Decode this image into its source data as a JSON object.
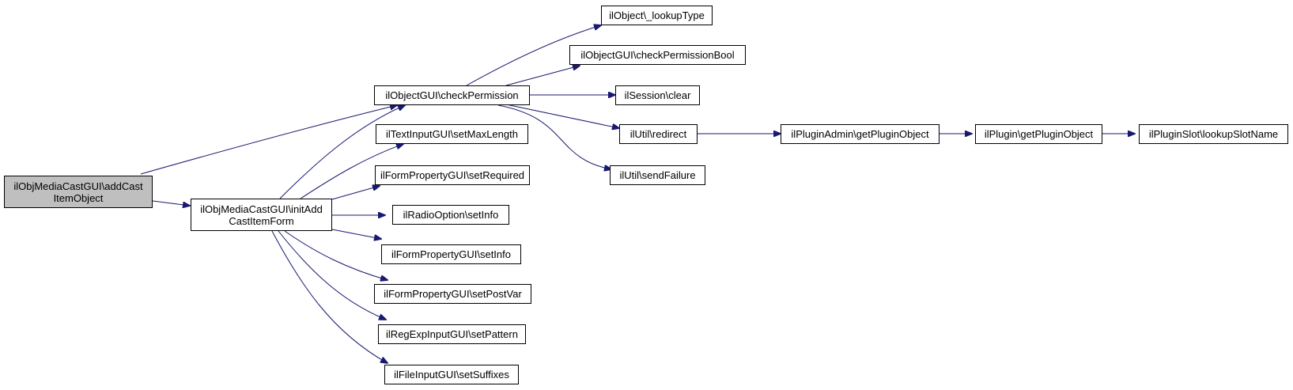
{
  "colors": {
    "edge": "#191970",
    "root_fill": "#bfbfbf",
    "node_fill": "#ffffff",
    "border": "#000000"
  },
  "nodes": {
    "root": {
      "label": "ilObjMediaCastGUI\\addCast\nItemObject"
    },
    "initform": {
      "label": "ilObjMediaCastGUI\\initAdd\nCastItemForm"
    },
    "checkperm": {
      "label": "ilObjectGUI\\checkPermission"
    },
    "lookuptype": {
      "label": "ilObject\\_lookupType"
    },
    "checkpermbool": {
      "label": "ilObjectGUI\\checkPermissionBool"
    },
    "sessclear": {
      "label": "ilSession\\clear"
    },
    "redirect": {
      "label": "ilUtil\\redirect"
    },
    "sendfailure": {
      "label": "ilUtil\\sendFailure"
    },
    "pluginadmin": {
      "label": "ilPluginAdmin\\getPluginObject"
    },
    "plugin": {
      "label": "ilPlugin\\getPluginObject"
    },
    "pluginslot": {
      "label": "ilPluginSlot\\lookupSlotName"
    },
    "setmaxlength": {
      "label": "ilTextInputGUI\\setMaxLength"
    },
    "setrequired": {
      "label": "ilFormPropertyGUI\\setRequired"
    },
    "radiosetinfo": {
      "label": "ilRadioOption\\setInfo"
    },
    "formsetinfo": {
      "label": "ilFormPropertyGUI\\setInfo"
    },
    "setpostvar": {
      "label": "ilFormPropertyGUI\\setPostVar"
    },
    "setpattern": {
      "label": "ilRegExpInputGUI\\setPattern"
    },
    "setsuffixes": {
      "label": "ilFileInputGUI\\setSuffixes"
    }
  }
}
